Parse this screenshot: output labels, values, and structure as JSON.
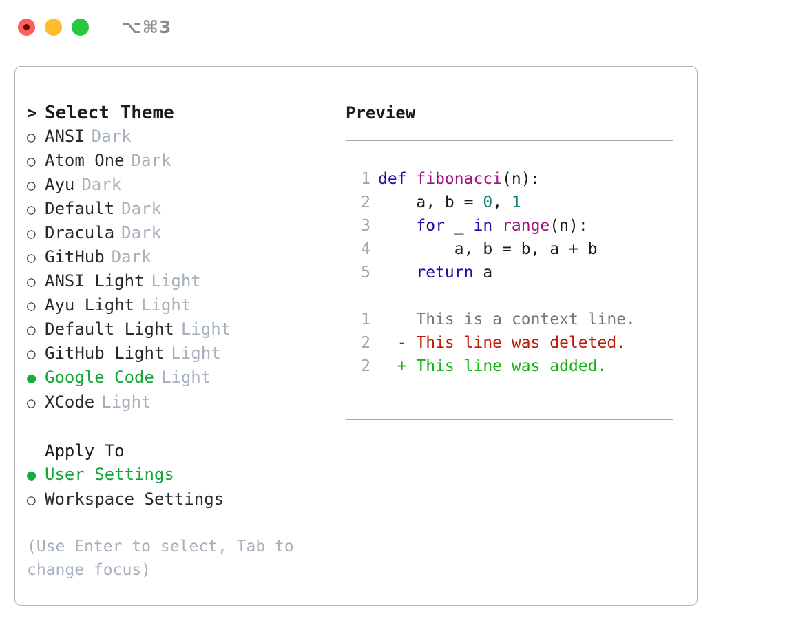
{
  "window": {
    "shortcut": "⌥⌘3",
    "traffic_lights": [
      {
        "name": "close",
        "color": "#fb5f57"
      },
      {
        "name": "minimize",
        "color": "#fdbc2c"
      },
      {
        "name": "maximize",
        "color": "#28c840"
      }
    ]
  },
  "colors": {
    "accent_green": "#12a537",
    "muted": "#a7b0bd",
    "text": "#1c1c1c",
    "panel_border": "#aeb6c2",
    "code_border": "#9aa6b4",
    "gutter": "#9aa5b3",
    "keyword": "#1a0dab",
    "function": "#a0127e",
    "number": "#0d7c6e",
    "diff_context": "#767676",
    "diff_deleted": "#c21807",
    "diff_added": "#13b313"
  },
  "theme_picker": {
    "caret": ">",
    "title": "Select Theme",
    "marker_unselected": "○",
    "marker_selected": "●",
    "items": [
      {
        "label": "ANSI",
        "variant": "Dark",
        "selected": false
      },
      {
        "label": "Atom One",
        "variant": "Dark",
        "selected": false
      },
      {
        "label": "Ayu",
        "variant": "Dark",
        "selected": false
      },
      {
        "label": "Default",
        "variant": "Dark",
        "selected": false
      },
      {
        "label": "Dracula",
        "variant": "Dark",
        "selected": false
      },
      {
        "label": "GitHub",
        "variant": "Dark",
        "selected": false
      },
      {
        "label": "ANSI Light",
        "variant": "Light",
        "selected": false
      },
      {
        "label": "Ayu Light",
        "variant": "Light",
        "selected": false
      },
      {
        "label": "Default Light",
        "variant": "Light",
        "selected": false
      },
      {
        "label": "GitHub Light",
        "variant": "Light",
        "selected": false
      },
      {
        "label": "Google Code",
        "variant": "Light",
        "selected": true
      },
      {
        "label": "XCode",
        "variant": "Light",
        "selected": false
      }
    ]
  },
  "apply_to": {
    "title": "Apply To",
    "items": [
      {
        "label": "User Settings",
        "selected": true
      },
      {
        "label": "Workspace Settings",
        "selected": false
      }
    ]
  },
  "hint": "(Use Enter to select, Tab to change focus)",
  "preview": {
    "title": "Preview",
    "code_lines": [
      {
        "number": "1",
        "tokens": [
          {
            "text": "def ",
            "type": "keyword"
          },
          {
            "text": "fibonacci",
            "type": "function"
          },
          {
            "text": "(n):",
            "type": "punct"
          }
        ]
      },
      {
        "number": "2",
        "tokens": [
          {
            "text": "    a, b = ",
            "type": "plain"
          },
          {
            "text": "0",
            "type": "number"
          },
          {
            "text": ", ",
            "type": "plain"
          },
          {
            "text": "1",
            "type": "number"
          }
        ]
      },
      {
        "number": "3",
        "tokens": [
          {
            "text": "    ",
            "type": "plain"
          },
          {
            "text": "for",
            "type": "keyword"
          },
          {
            "text": " _ ",
            "type": "plain"
          },
          {
            "text": "in",
            "type": "keyword"
          },
          {
            "text": " ",
            "type": "plain"
          },
          {
            "text": "range",
            "type": "function"
          },
          {
            "text": "(n):",
            "type": "punct"
          }
        ]
      },
      {
        "number": "4",
        "tokens": [
          {
            "text": "        a, b = b, a + b",
            "type": "plain"
          }
        ]
      },
      {
        "number": "5",
        "tokens": [
          {
            "text": "    ",
            "type": "plain"
          },
          {
            "text": "return",
            "type": "keyword"
          },
          {
            "text": " a",
            "type": "plain"
          }
        ]
      }
    ],
    "diff_lines": [
      {
        "number": "1",
        "marker": "  ",
        "text": "This is a context line.",
        "kind": "context"
      },
      {
        "number": "2",
        "marker": "- ",
        "text": "This line was deleted.",
        "kind": "deleted"
      },
      {
        "number": "2",
        "marker": "+ ",
        "text": "This line was added.",
        "kind": "added"
      }
    ]
  }
}
